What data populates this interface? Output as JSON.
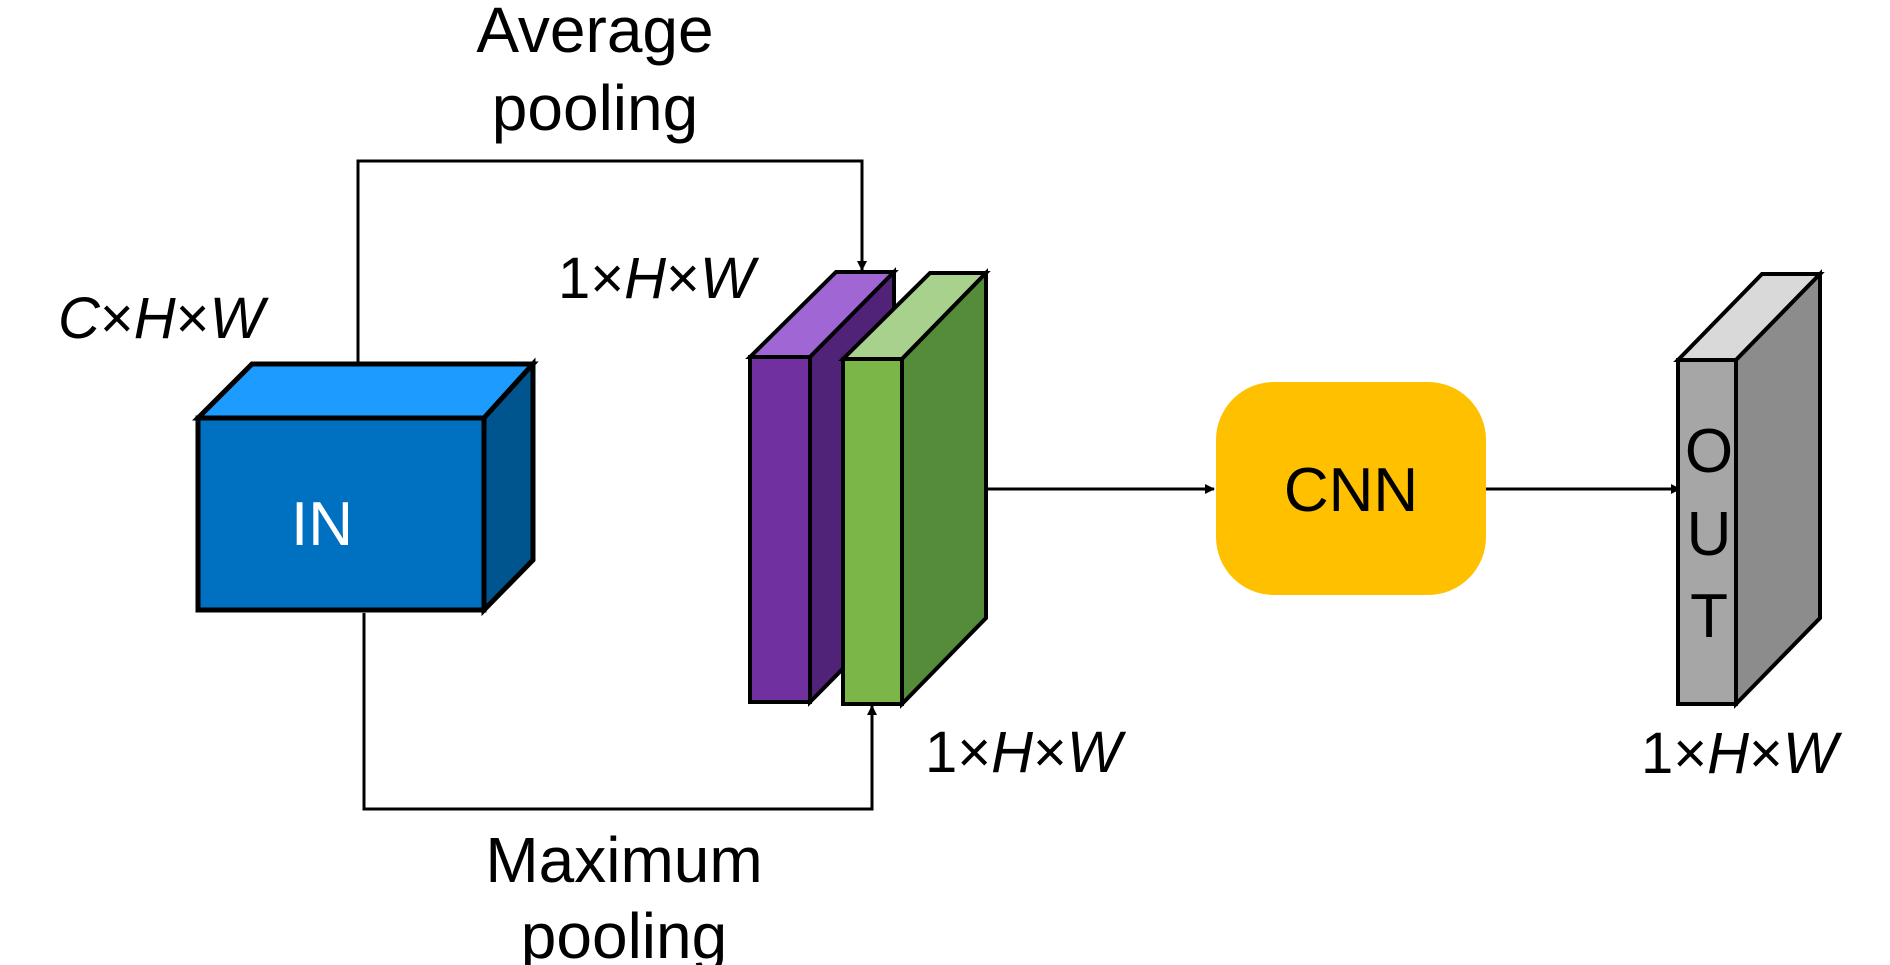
{
  "diagram": {
    "input_block": {
      "label": "IN",
      "dims": {
        "c": "C",
        "times1": "×",
        "h": "H",
        "times2": "×",
        "w": "W"
      },
      "color_front": "#0070C0",
      "color_top": "#1E9BFF",
      "color_side": "#00558F"
    },
    "avg_pool": {
      "label_line1": "Average",
      "label_line2": "pooling",
      "dims": {
        "one": "1",
        "times1": "×",
        "h": "H",
        "times2": "×",
        "w": "W"
      },
      "color_front": "#7030A0",
      "color_top": "#A066D3",
      "color_side": "#512378"
    },
    "max_pool": {
      "label_line1": "Maximum",
      "label_line2": "pooling",
      "dims": {
        "one": "1",
        "times1": "×",
        "h": "H",
        "times2": "×",
        "w": "W"
      },
      "color_front": "#7AB648",
      "color_top": "#A9D18E",
      "color_side": "#548C3A"
    },
    "cnn": {
      "label": "CNN",
      "color": "#FFC000"
    },
    "output_block": {
      "letters": [
        "O",
        "U",
        "T"
      ],
      "dims": {
        "one": "1",
        "times1": "×",
        "h": "H",
        "times2": "×",
        "w": "W"
      },
      "color_front": "#A6A6A6",
      "color_top": "#D9D9D9",
      "color_side": "#8C8C8C"
    }
  }
}
